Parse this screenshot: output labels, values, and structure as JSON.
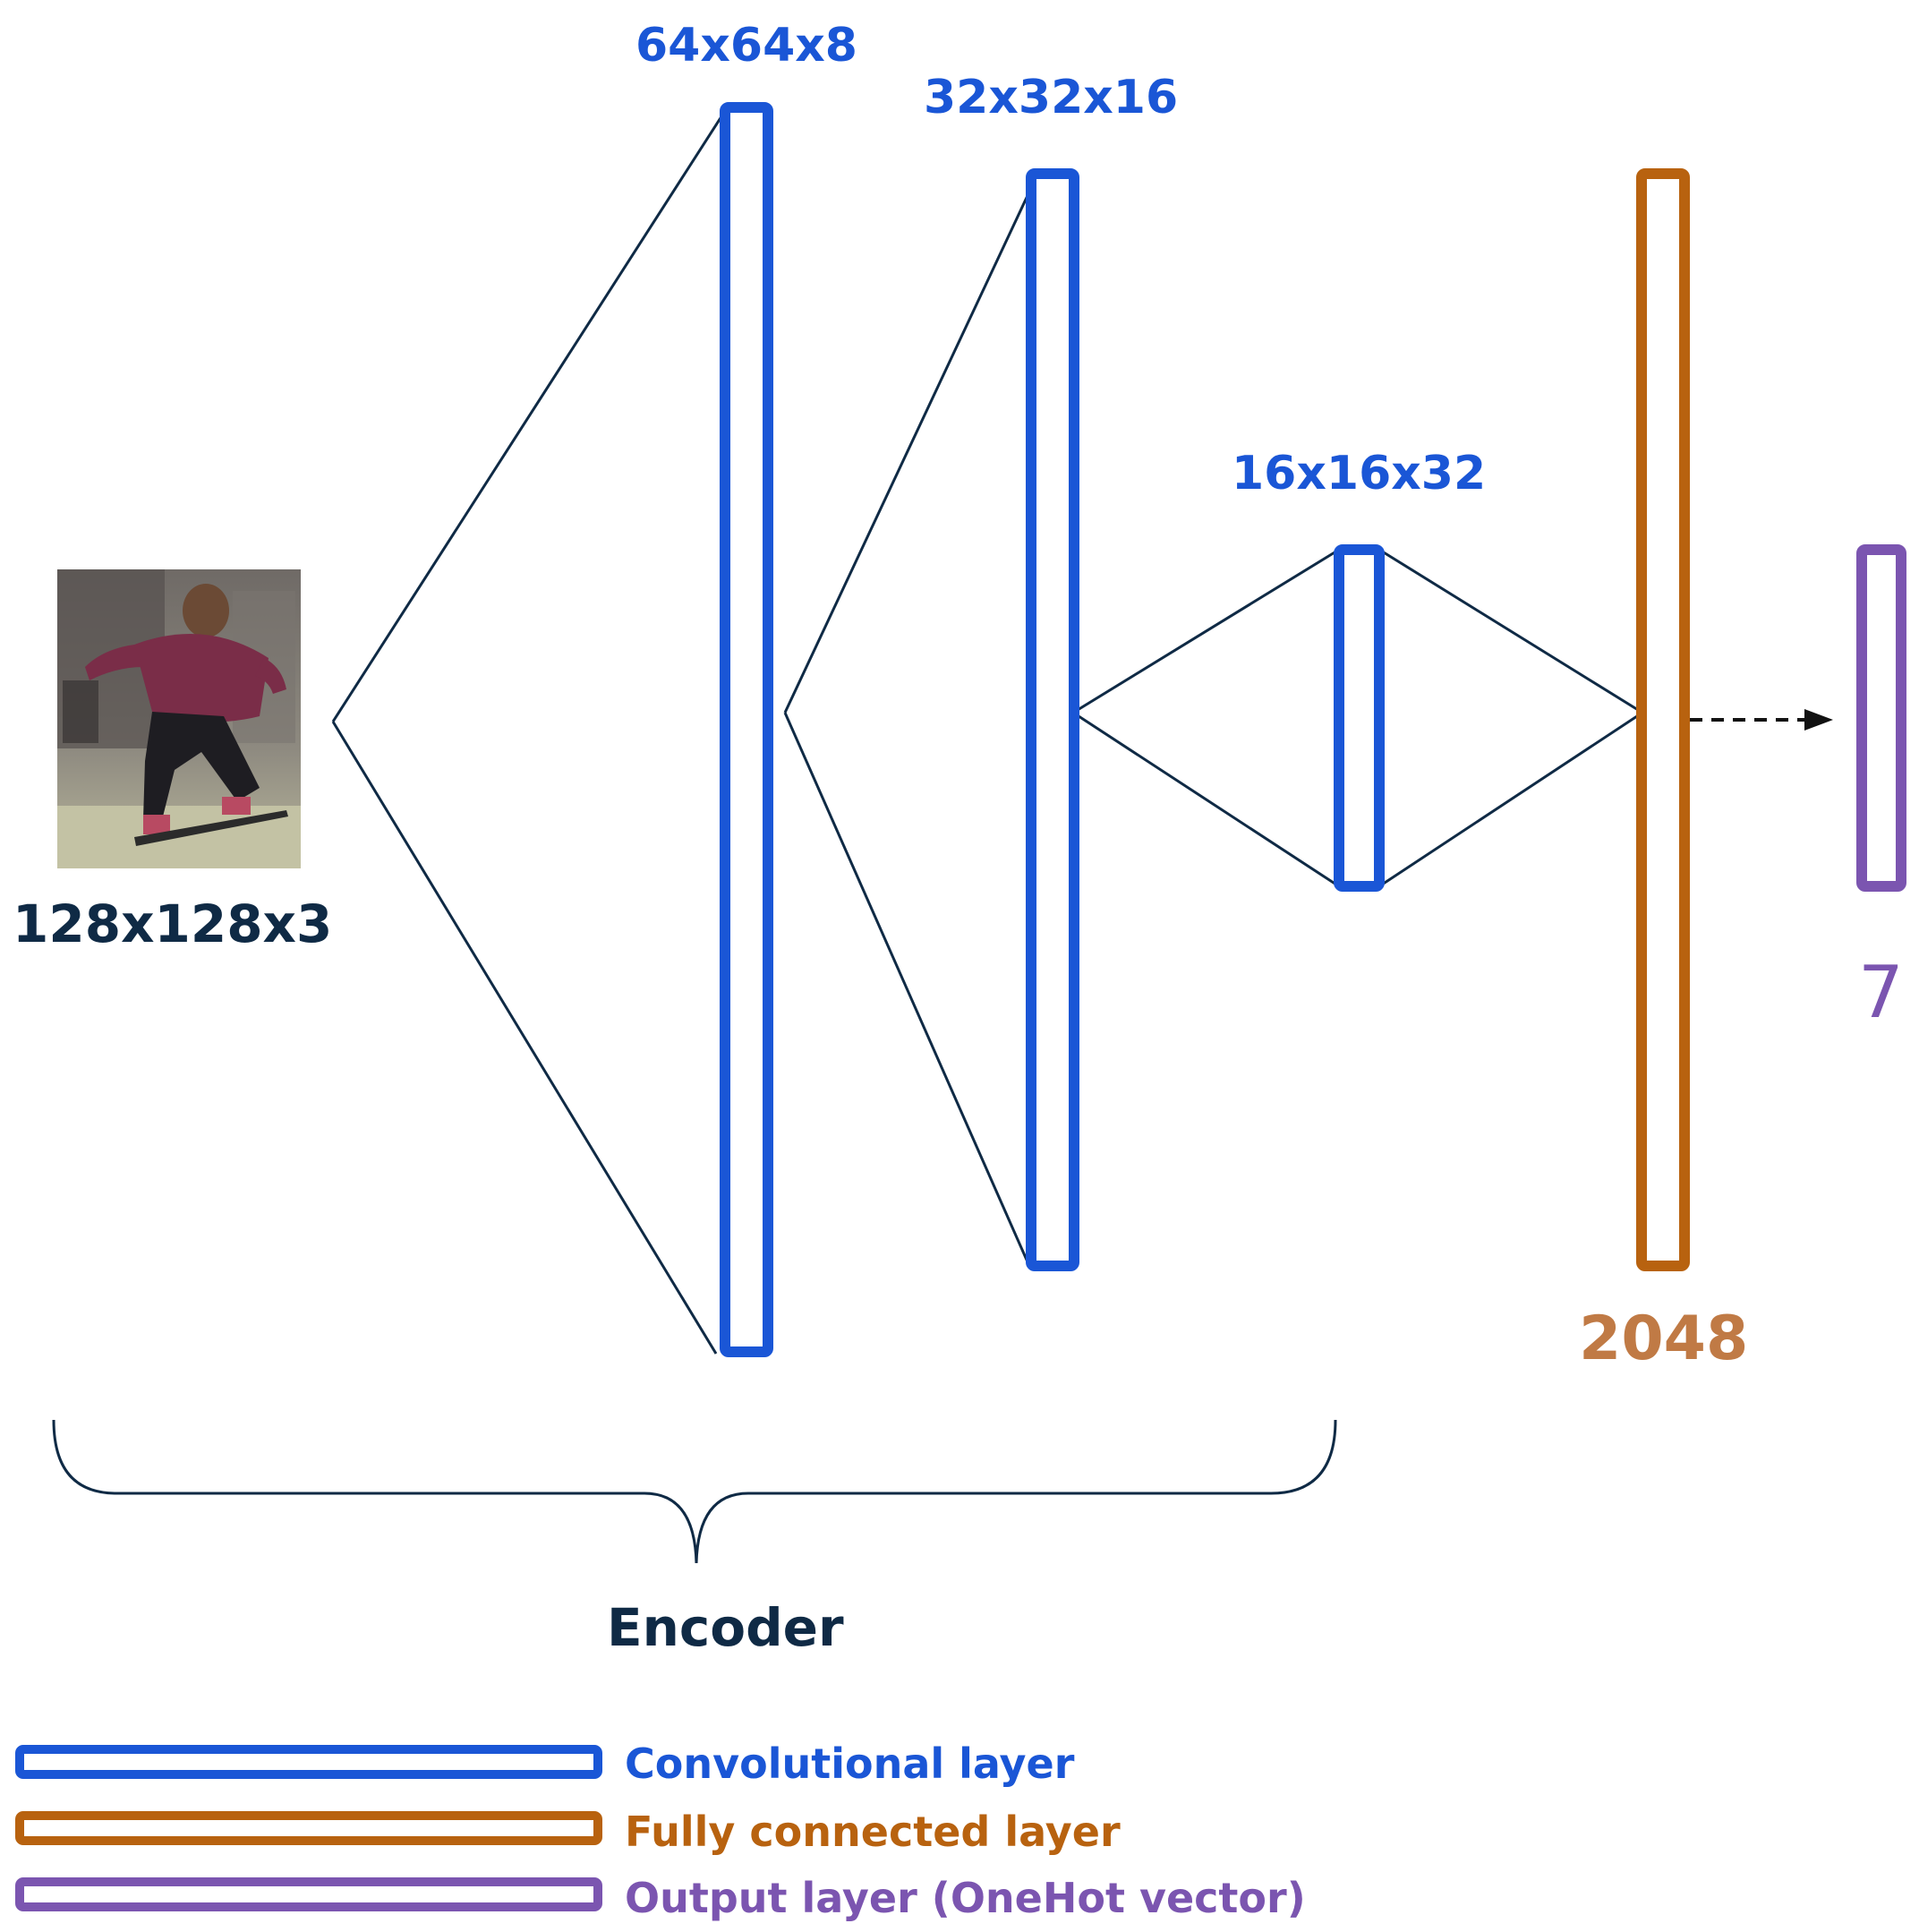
{
  "input": {
    "dims": "128x128x3",
    "image_icon": "skateboarder-photo"
  },
  "layers": {
    "conv1": {
      "dims": "64x64x8"
    },
    "conv2": {
      "dims": "32x32x16"
    },
    "conv3": {
      "dims": "16x16x32"
    },
    "fc": {
      "dims": "2048"
    },
    "output": {
      "dims": "7"
    }
  },
  "encoder": {
    "label": "Encoder"
  },
  "legend": {
    "items": [
      {
        "label": "Convolutional layer",
        "color": "#1a56d6"
      },
      {
        "label": "Fully connected layer",
        "color": "#b8620f"
      },
      {
        "label": "Output layer (OneHot vector)",
        "color": "#7b55b0"
      }
    ]
  },
  "colors": {
    "conv": "#1a56d6",
    "fc": "#b8620f",
    "output": "#7b55b0",
    "lines": "#0f2a45"
  }
}
